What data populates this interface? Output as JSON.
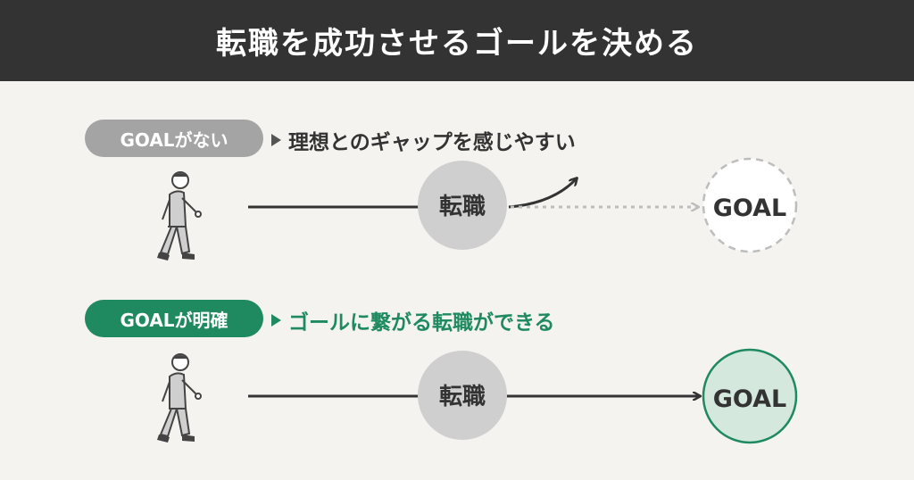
{
  "title": "転職を成功させるゴールを決める",
  "row_no_goal": {
    "badge": "GOALがない",
    "caption": "理想とのギャップを感じやすい",
    "node_label": "転職",
    "goal_label": "GOAL"
  },
  "row_clear_goal": {
    "badge": "GOALが明確",
    "caption": "ゴールに繋がる転職ができる",
    "node_label": "転職",
    "goal_label": "GOAL"
  },
  "colors": {
    "header_bg": "#333333",
    "background": "#f4f3ef",
    "badge_gray": "#a4a4a4",
    "accent_green": "#1f8a5f",
    "goal_fill_green": "#d4e8de",
    "node_gray": "#cfcfcf"
  }
}
